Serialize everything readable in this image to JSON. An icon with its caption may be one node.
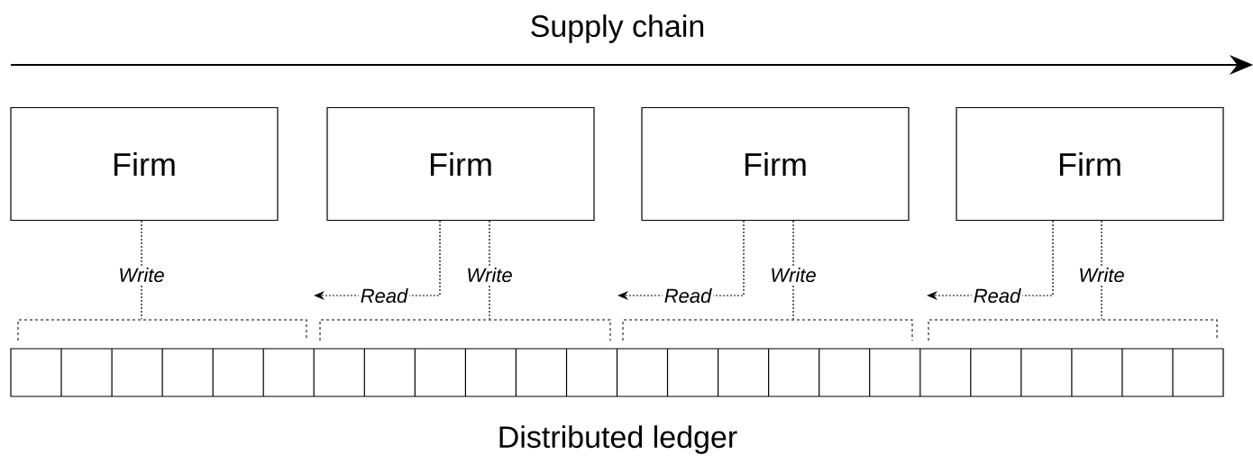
{
  "diagram": {
    "title": "Supply chain",
    "nodes": [
      {
        "text": [
          "Firm"
        ]
      },
      {
        "text": [
          "Firm"
        ]
      },
      {
        "text": [
          "Firm"
        ]
      },
      {
        "text": [
          "Firm"
        ]
      },
      {
        "text": [],
        "shape": "bracket"
      },
      {
        "text": [],
        "shape": "bracket"
      },
      {
        "text": [],
        "shape": "bracket"
      },
      {
        "text": [],
        "shape": "bracket"
      }
    ],
    "edges": [
      {
        "from": 0,
        "to": 4,
        "arrow": "none",
        "label": "Write",
        "style": "dashed"
      },
      {
        "from": 1,
        "to": 5,
        "arrow": "none",
        "label": "Write",
        "style": "dashed"
      },
      {
        "from": 1,
        "to": null,
        "arrow": "to",
        "label": "Read",
        "style": "dashed"
      },
      {
        "from": 2,
        "to": 6,
        "arrow": "none",
        "label": "Write",
        "style": "dashed"
      },
      {
        "from": 2,
        "to": null,
        "arrow": "to",
        "label": "Read",
        "style": "dashed"
      },
      {
        "from": 3,
        "to": 7,
        "arrow": "none",
        "label": "Write",
        "style": "dashed"
      },
      {
        "from": 3,
        "to": null,
        "arrow": "to",
        "label": "Read",
        "style": "dashed"
      }
    ],
    "labels": [
      "Distributed ledger"
    ]
  }
}
